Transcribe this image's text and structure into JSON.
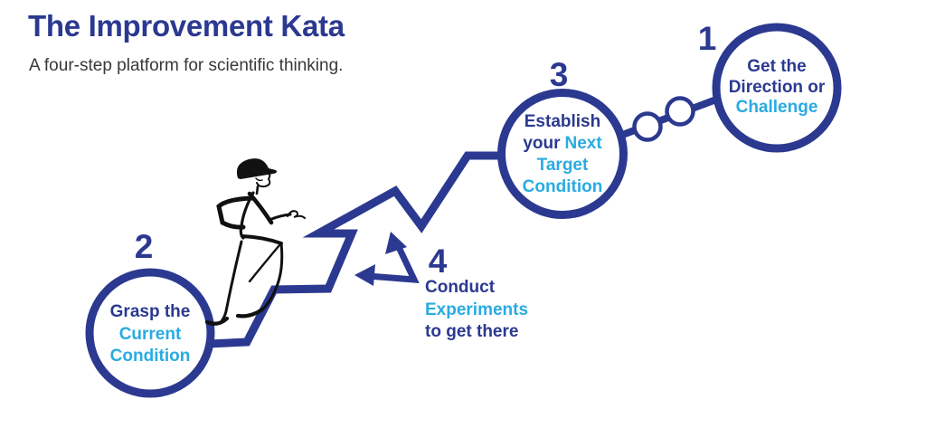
{
  "title": "The Improvement Kata",
  "subtitle": "A four-step platform for scientific thinking.",
  "colors": {
    "navy": "#2b3990",
    "cyan": "#29abe2",
    "text_dark": "#383838",
    "sketch_black": "#111111",
    "bg": "#ffffff"
  },
  "steps": {
    "step1": {
      "number": "1",
      "lines": {
        "l1": "Get the",
        "l2": "Direction or",
        "l3": "Challenge"
      }
    },
    "step2": {
      "number": "2",
      "lines": {
        "l1": "Grasp the",
        "l2": "Current",
        "l3": "Condition"
      }
    },
    "step3": {
      "number": "3",
      "lines": {
        "l1": "Establish",
        "l2a": "your",
        "l2b": "Next",
        "l3": "Target",
        "l4": "Condition"
      }
    },
    "step4": {
      "number": "4",
      "lines": {
        "l1": "Conduct",
        "l2": "Experiments",
        "l3": "to get there"
      }
    }
  },
  "icons": {
    "person": "person-climbing-stairs-sketch-icon",
    "stairs": "staircase-line-icon",
    "arrows": "experiment-zigzag-arrows-icon",
    "dots": "connector-dots-icon"
  }
}
